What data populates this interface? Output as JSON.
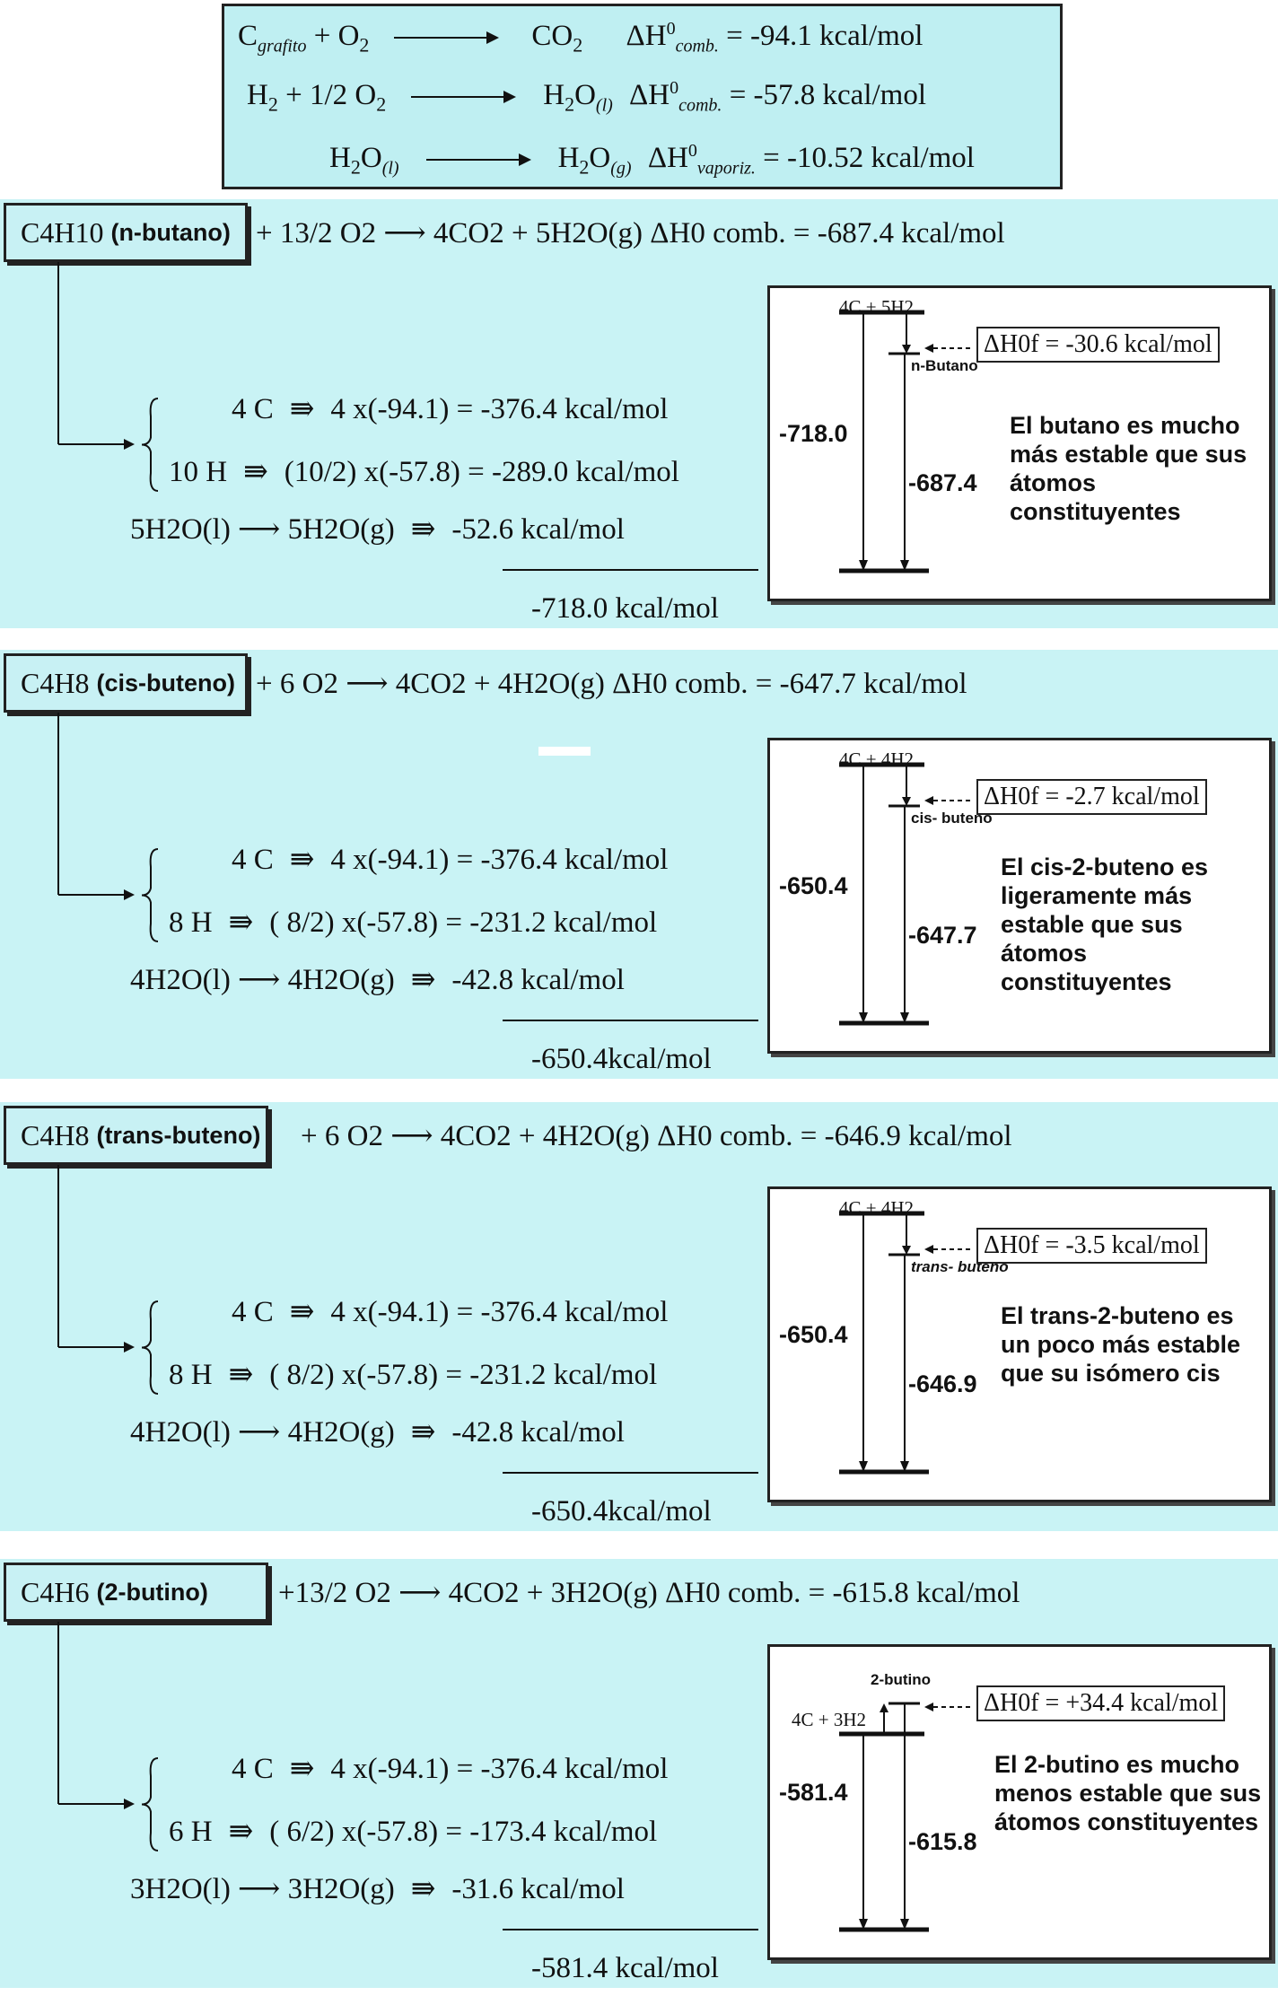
{
  "header": {
    "rows": [
      {
        "reactant": "C grafito + O2",
        "product": "CO2",
        "dh": "ΔH0 comb. = -94.1 kcal/mol"
      },
      {
        "reactant": "H2 + 1/2 O2",
        "product": "H2O(l)",
        "dh": "ΔH0 comb. = -57.8 kcal/mol"
      },
      {
        "reactant": "H2O(l)",
        "product": "H2O(g)",
        "dh": "ΔH0 vaporiz. = -10.52 kcal/mol"
      }
    ]
  },
  "sections": [
    {
      "formula": "C4H10",
      "name": "(n-butano)",
      "reaction": "+ 13/2 O2 ⟶ 4CO2 + 5H2O(g) ΔH0 comb. = -687.4 kcal/mol",
      "lines": [
        {
          "lhs": "4 C",
          "rhs": "4 x(-94.1) = -376.4 kcal/mol"
        },
        {
          "lhs": "10 H",
          "rhs": "(10/2) x(-57.8) = -289.0 kcal/mol"
        },
        {
          "lhs": "5H2O(l) ⟶ 5H2O(g)",
          "rhs": "-52.6 kcal/mol"
        }
      ],
      "total": "-718.0 kcal/mol",
      "diagram": {
        "top": "4C + 5H2",
        "mol": "n-Butano",
        "dhf": "ΔH0f = -30.6 kcal/mol",
        "left": "-718.0",
        "right": "-687.4"
      },
      "note": "El butano es mucho más estable que sus átomos constituyentes"
    },
    {
      "formula": "C4H8",
      "name": "(cis-buteno)",
      "reaction": "+ 6 O2 ⟶ 4CO2 + 4H2O(g) ΔH0 comb. = -647.7 kcal/mol",
      "lines": [
        {
          "lhs": "4 C",
          "rhs": "4 x(-94.1) = -376.4 kcal/mol"
        },
        {
          "lhs": "8 H",
          "rhs": "( 8/2) x(-57.8) = -231.2 kcal/mol"
        },
        {
          "lhs": "4H2O(l) ⟶ 4H2O(g)",
          "rhs": "-42.8 kcal/mol"
        }
      ],
      "total": "-650.4kcal/mol",
      "diagram": {
        "top": "4C + 4H2",
        "mol": "cis- buteno",
        "dhf": "ΔH0f = -2.7 kcal/mol",
        "left": "-650.4",
        "right": "-647.7"
      },
      "note": "El cis-2-buteno es ligeramente más estable que sus átomos constituyentes"
    },
    {
      "formula": "C4H8",
      "name": "(trans-buteno)",
      "reaction": "+ 6 O2 ⟶ 4CO2 + 4H2O(g) ΔH0 comb. = -646.9 kcal/mol",
      "lines": [
        {
          "lhs": "4 C",
          "rhs": "4 x(-94.1) = -376.4 kcal/mol"
        },
        {
          "lhs": "8 H",
          "rhs": "( 8/2) x(-57.8) = -231.2 kcal/mol"
        },
        {
          "lhs": "4H2O(l) ⟶ 4H2O(g)",
          "rhs": "-42.8 kcal/mol"
        }
      ],
      "total": "-650.4kcal/mol",
      "diagram": {
        "top": "4C + 4H2",
        "mol": "trans- buteno",
        "dhf": "ΔH0f = -3.5 kcal/mol",
        "left": "-650.4",
        "right": "-646.9"
      },
      "note": "El trans-2-buteno es un poco más estable que su isómero cis"
    },
    {
      "formula": "C4H6",
      "name": "(2-butino)",
      "reaction": "+13/2 O2 ⟶ 4CO2 + 3H2O(g) ΔH0 comb. = -615.8 kcal/mol",
      "lines": [
        {
          "lhs": "4 C",
          "rhs": "4 x(-94.1) = -376.4 kcal/mol"
        },
        {
          "lhs": "6 H",
          "rhs": "( 6/2) x(-57.8) = -173.4 kcal/mol"
        },
        {
          "lhs": "3H2O(l) ⟶ 3H2O(g)",
          "rhs": "-31.6 kcal/mol"
        }
      ],
      "total": "-581.4 kcal/mol",
      "diagram": {
        "top": "4C + 3H2",
        "mol": "2-butino",
        "dhf": "ΔH0f = +34.4 kcal/mol",
        "left": "-581.4",
        "right": "-615.8"
      },
      "note": "El 2-butino es mucho menos estable que sus átomos constituyentes"
    }
  ]
}
